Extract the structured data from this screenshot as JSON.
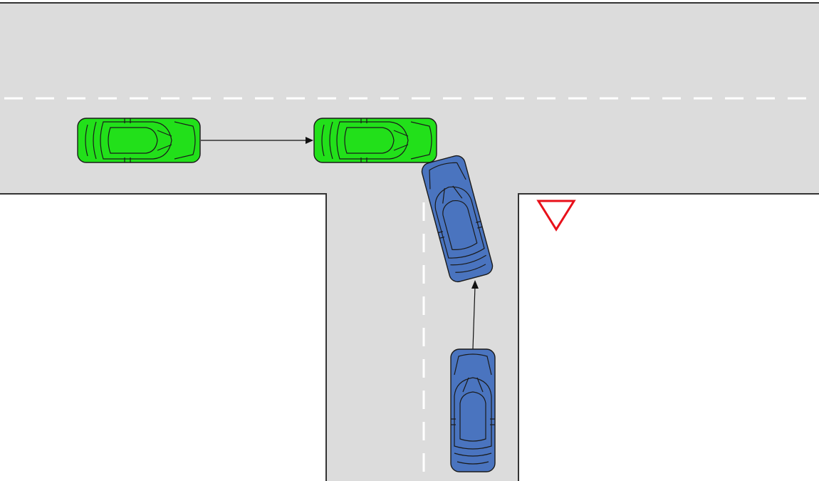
{
  "colors": {
    "road": "#dcdcdc",
    "curb": "#333333",
    "lane_marking": "#ffffff",
    "background": "#ffffff",
    "car_a": "#22e01a",
    "car_b": "#4a74bf",
    "yield_sign": "#e8101a",
    "arrow": "#111111"
  },
  "elements": {
    "car_a_start": {
      "vehicle": "car-a",
      "color_key": "car_a",
      "pose": "start"
    },
    "car_a_end": {
      "vehicle": "car-a",
      "color_key": "car_a",
      "pose": "collision"
    },
    "car_b_start": {
      "vehicle": "car-b",
      "color_key": "car_b",
      "pose": "start"
    },
    "car_b_end": {
      "vehicle": "car-b",
      "color_key": "car_b",
      "pose": "collision"
    },
    "yield_sign": {
      "icon": "yield-triangle-icon",
      "color_key": "yield_sign"
    }
  }
}
